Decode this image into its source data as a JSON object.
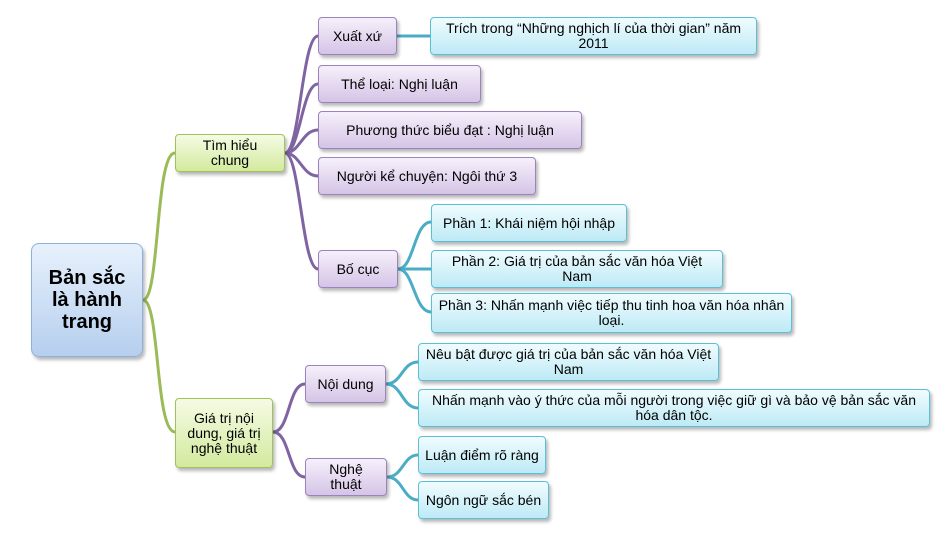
{
  "root": {
    "label": "Bản sắc là hành trang"
  },
  "branches": {
    "tim_hieu_chung": {
      "label": "Tìm hiểu chung",
      "xuat_xu": {
        "label": "Xuất xứ",
        "detail": "Trích trong “Những nghịch lí của thời gian” năm 2011"
      },
      "the_loai": "Thể loại: Nghị luận",
      "phuong_thuc": "Phương thức biểu đạt : Nghị luận",
      "nguoi_ke": "Người kể chuyện: Ngôi thứ 3",
      "bo_cuc": {
        "label": "Bố cục",
        "parts": [
          "Phần 1: Khái niệm hội nhập",
          "Phần 2: Giá trị của bản sắc văn hóa Việt Nam",
          "Phần 3: Nhấn mạnh việc tiếp thu tinh hoa văn hóa nhân loại."
        ]
      }
    },
    "gia_tri": {
      "label": "Giá trị nội dung, giá trị nghệ thuật",
      "noi_dung": {
        "label": "Nội dung",
        "items": [
          "Nêu bật được giá trị của bản sắc văn hóa Việt Nam",
          "Nhấn mạnh vào ý thức của mỗi người trong việc giữ gì và bảo vệ bản sắc văn hóa dân tộc."
        ]
      },
      "nghe_thuat": {
        "label": "Nghệ thuật",
        "items": [
          "Luận điểm rõ ràng",
          "Ngôn ngữ sắc bén"
        ]
      }
    }
  },
  "colors": {
    "green_link": "#9bbb59",
    "purple_link": "#8064a2",
    "cyan_link": "#4bacc6"
  }
}
